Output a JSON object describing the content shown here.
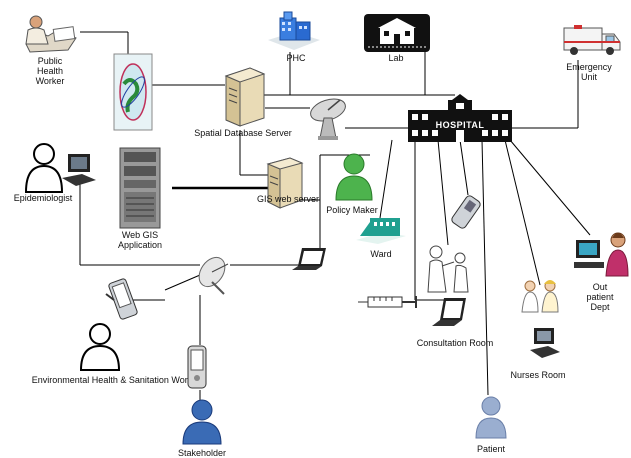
{
  "labels": {
    "public_health_worker": "Public Health Worker",
    "phc": "PHC",
    "lab": "Lab",
    "emergency_unit": "Emergency Unit",
    "spatial_database_server": "Spatial Database Server",
    "hospital_sign": "HOSPITAL",
    "epidemiologist": "Epidemiologist",
    "web_gis_application": "Web GIS Application",
    "gis_web_server": "GIS web server",
    "policy_maker": "Policy Maker",
    "ward": "Ward",
    "out_patient_dept": "Out patient Dept",
    "consultation_room": "Consultation Room",
    "nurses_room": "Nurses Room",
    "environmental_worker": "Environmental  Health & Sanitation  Worker",
    "stakeholder": "Stakeholder",
    "patient": "Patient"
  },
  "icons": [
    "worker-at-desk-icon",
    "globe-icon",
    "clinic-building-icon",
    "lab-building-icon",
    "ambulance-icon",
    "server-tower-icon",
    "satellite-dish-icon",
    "hospital-building-icon",
    "person-silhouette-icon",
    "desktop-computer-icon",
    "laptop-icon",
    "mobile-phone-icon",
    "pda-icon",
    "syringe-icon",
    "doctor-examining-icon",
    "nurses-icon",
    "ward-icon",
    "receptionist-icon"
  ],
  "colors": {
    "policy_maker": "#4db34d",
    "stakeholder": "#3a6bb5",
    "patient": "#9aaed0",
    "ward": "#20a090",
    "phc": "#3a7ee0"
  }
}
